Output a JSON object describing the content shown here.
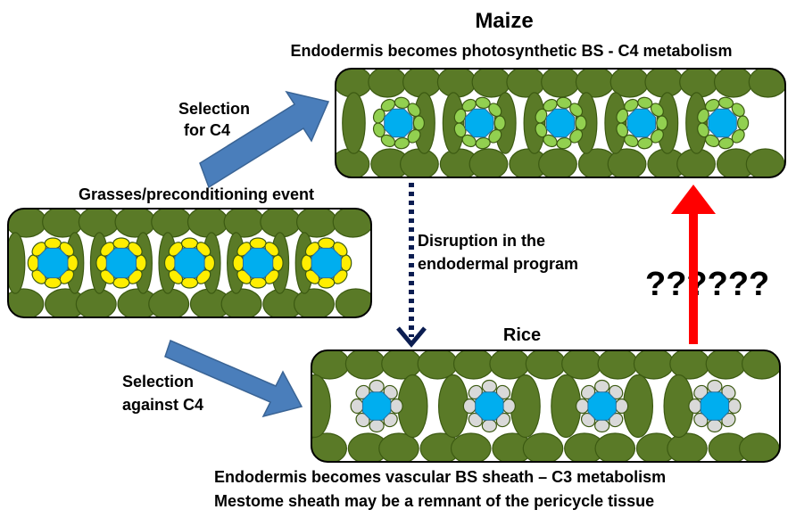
{
  "maize": {
    "title": "Maize",
    "subtitle": "Endodermis becomes photosynthetic BS - C4 metabolism"
  },
  "grasses": {
    "title": "Grasses/preconditioning event"
  },
  "selection_c4": {
    "line1": "Selection",
    "line2": "for C4"
  },
  "selection_against": {
    "line1": "Selection",
    "line2": "against C4"
  },
  "disruption": {
    "line1": "Disruption in the",
    "line2": "endodermal program"
  },
  "question": {
    "text": "??????"
  },
  "rice": {
    "title": "Rice",
    "caption_line1": "Endodermis becomes vascular BS sheath – C3 metabolism",
    "caption_line2": "Mestome sheath may be a remnant of the pericycle tissue"
  },
  "colors": {
    "mesophyll": "#5a7a27",
    "vein": "#00aeef",
    "sheath_grasses": "#ffee00",
    "sheath_maize": "#92d050",
    "sheath_rice": "#d9d9d9",
    "arrow_blue": "#4a7ebb",
    "arrow_dotted": "#0b1d51",
    "arrow_red": "#ff0000"
  }
}
